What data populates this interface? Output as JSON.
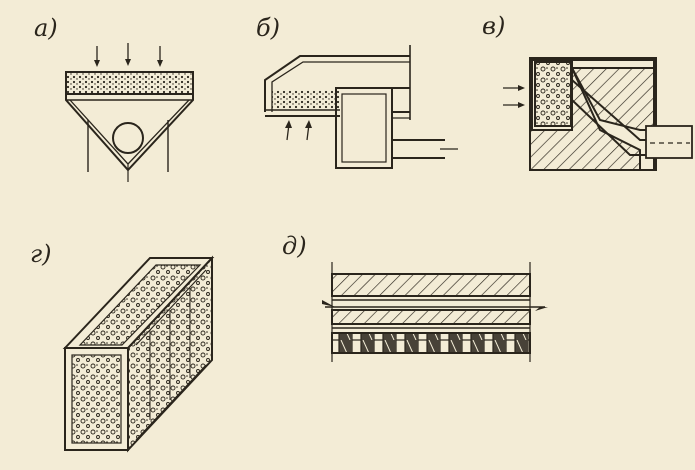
{
  "figure": {
    "labels": {
      "a": "а)",
      "b": "б)",
      "v": "в)",
      "g": "г)",
      "d": "д)"
    },
    "ink_color": "#2a251c",
    "paper_color": "#f3ecd6"
  }
}
